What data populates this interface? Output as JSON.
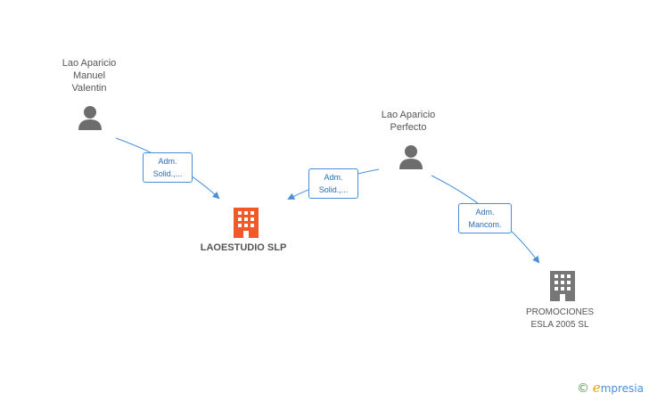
{
  "nodes": {
    "person1": {
      "label": "Lao Aparicio\nManuel\nValentin",
      "icon": "person-icon"
    },
    "person2": {
      "label": "Lao Aparicio\nPerfecto",
      "icon": "person-icon"
    },
    "company_main": {
      "label": "LAOESTUDIO SLP",
      "icon": "building-icon",
      "color": "#f05a28"
    },
    "company2": {
      "label": "PROMOCIONES\nESLA 2005 SL",
      "icon": "building-icon",
      "color": "#777777"
    }
  },
  "edges": [
    {
      "label": "Adm.\nSolid.,..."
    },
    {
      "label": "Adm.\nSolid.,..."
    },
    {
      "label": "Adm.\nMancom."
    }
  ],
  "colors": {
    "edge": "#4a90d9",
    "person": "#6d6d6d"
  },
  "brand": {
    "copyright": "©",
    "first_letter": "e",
    "rest": "mpresia"
  }
}
